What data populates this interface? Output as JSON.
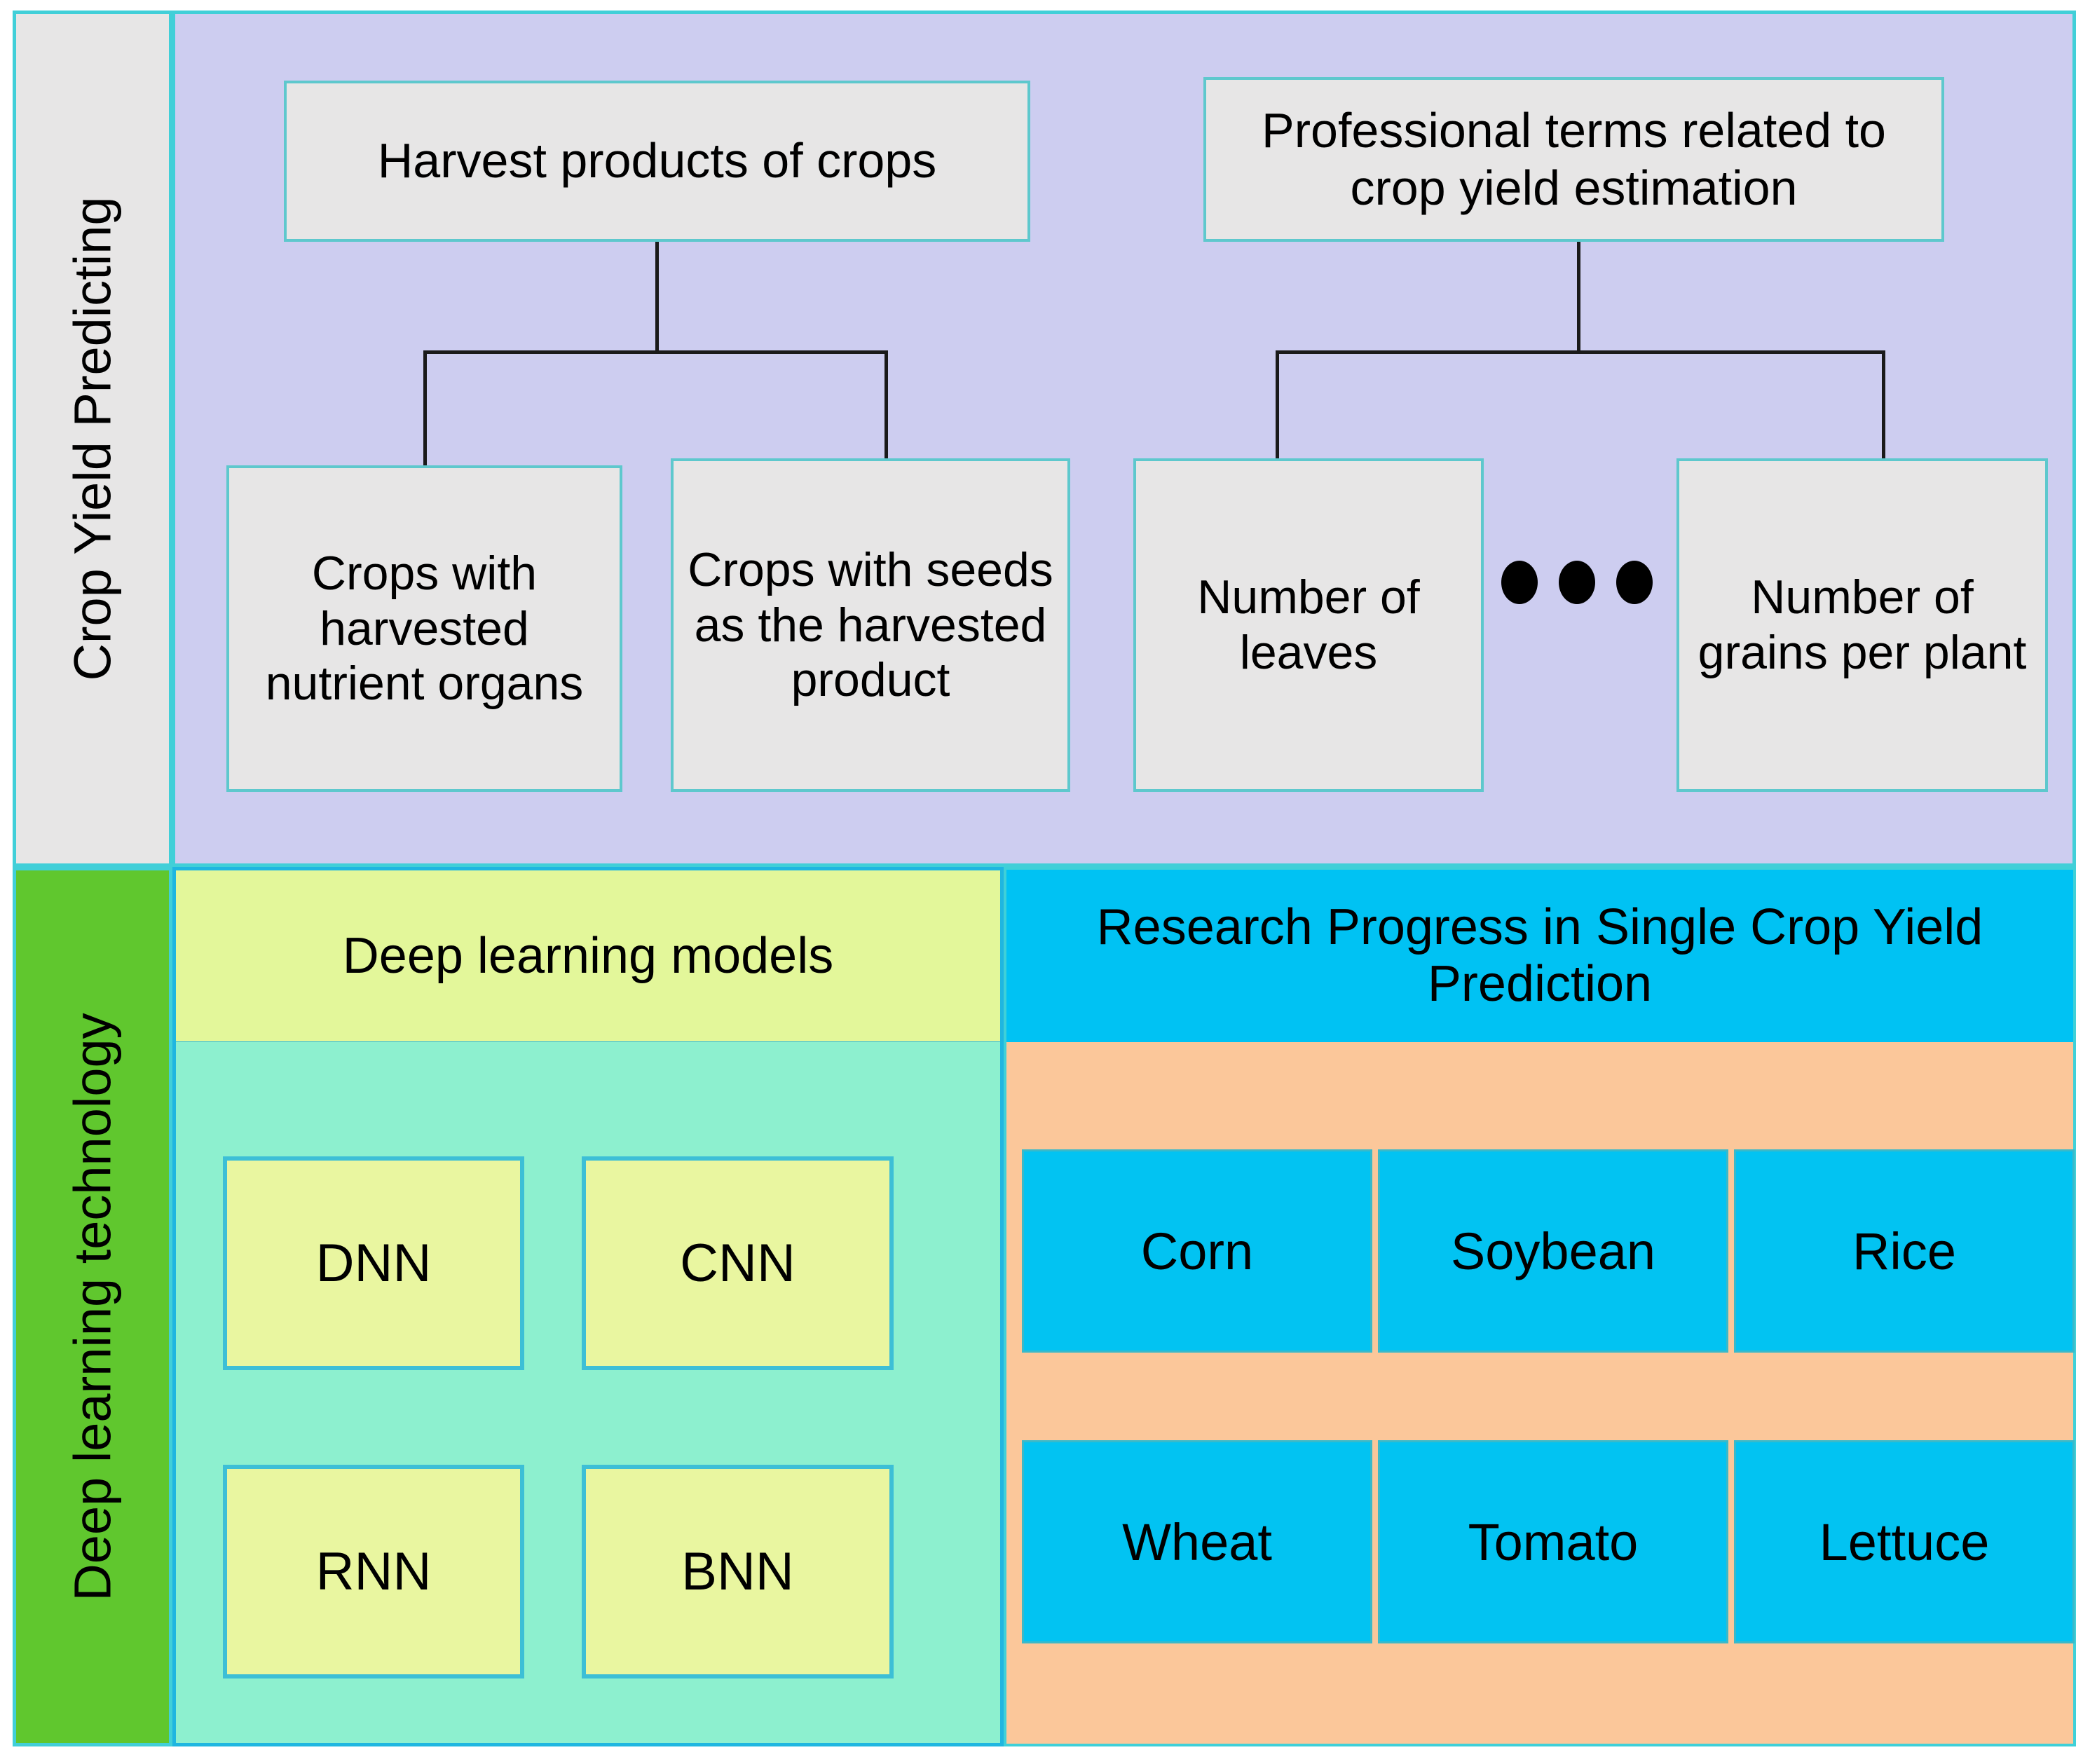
{
  "diagram": {
    "title_hidden": "",
    "sidebar": {
      "top_label": "Crop Yield Predicting",
      "bottom_label": "Deep learning technology"
    },
    "top_section": {
      "tree_left": {
        "root": "Harvest products of crops",
        "children": [
          "Crops with harvested nutrient organs",
          "Crops with seeds as the harvested product"
        ]
      },
      "tree_right": {
        "root": "Professional terms related to crop yield estimation",
        "children": [
          "Number of leaves",
          "Number of grains per plant"
        ],
        "ellipsis": "•••"
      }
    },
    "bottom_left": {
      "header": "Deep learning models",
      "models": [
        "DNN",
        "CNN",
        "RNN",
        "BNN"
      ]
    },
    "bottom_right": {
      "header": "Research Progress in Single Crop Yield Prediction",
      "crops": [
        "Corn",
        "Soybean",
        "Rice",
        "Wheat",
        "Tomato",
        "Lettuce"
      ]
    },
    "colors": {
      "frame_border": "#41cfd8",
      "sidebar_top_bg": "#e7e6e6",
      "sidebar_bottom_bg": "#60c72e",
      "top_panel_bg": "#cdcdf0",
      "box_bg": "#e7e6e6",
      "box_border": "#5ec8cd",
      "dl_header_bg": "#e3f79a",
      "dl_body_bg": "#8df0cf",
      "model_box_bg": "#e9f6a0",
      "model_box_border": "#3dbfd6",
      "rp_header_bg": "#00c2f3",
      "rp_body_bg": "#fbc79a",
      "crop_box_bg": "#02c3f2",
      "connector_line": "#1a1a1a"
    }
  }
}
